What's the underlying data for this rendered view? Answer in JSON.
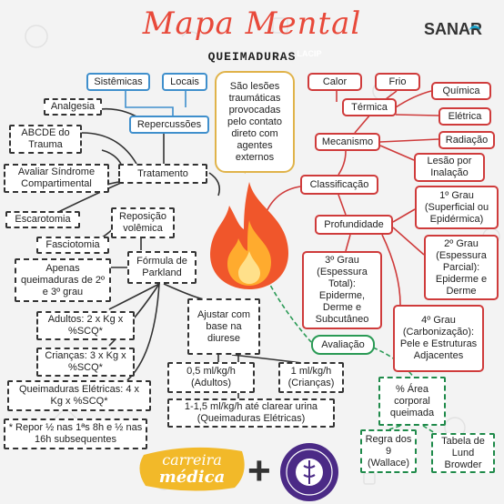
{
  "header": {
    "title": "Mapa Mental",
    "subtitle": "QUEIMADURAS",
    "brand": "SANAR"
  },
  "center": {
    "definition": "São lesões traumáticas provocadas pelo contato direto com agentes externos",
    "icon": "flame-icon"
  },
  "left": {
    "sistemicas": "Sistêmicas",
    "locais": "Locais",
    "repercussoes": "Repercussões",
    "analgesia": "Analgesia",
    "abcde": "ABCDE do Trauma",
    "avaliar": "Avaliar Síndrome Compartimental",
    "escarotomia": "Escarotomia",
    "tratamento": "Tratamento",
    "reposicao": "Reposição volêmica",
    "fasciotomia": "Fasciotomia",
    "formula": "Fórmula de Parkland",
    "apenas": "Apenas queimaduras de 2º e 3º grau",
    "adultos": "Adultos: 2 x Kg x %SCQ*",
    "criancas": "Crianças: 3 x Kg x %SCQ*",
    "eletricas": "Queimaduras Elétricas: 4 x Kg x %SCQ*",
    "repor": "* Repor ½ nas 1ªs 8h e ½ nas 16h subsequentes",
    "ajustar": "Ajustar com base na diurese",
    "adultos_diurese": "0,5 ml/kg/h (Adultos)",
    "criancas_diurese": "1 ml/kg/h (Crianças)",
    "eletricas_diurese": "1-1,5 ml/kg/h até clarear urina (Queimaduras Elétricas)"
  },
  "right": {
    "calor": "Calor",
    "frio": "Frio",
    "termica": "Térmica",
    "quimica": "Química",
    "eletrica": "Elétrica",
    "mecanismo": "Mecanismo",
    "radiacao": "Radiação",
    "lesao": "Lesão por Inalação",
    "classificacao": "Classificação",
    "grau1": "1º Grau (Superficial ou Epidérmica)",
    "profundidade": "Profundidade",
    "grau2": "2º Grau (Espessura Parcial): Epiderme e Derme",
    "grau3": "3º Grau (Espessura Total): Epiderme, Derme e Subcutâneo",
    "grau4": "4º Grau (Carbonização): Pele e Estruturas Adjacentes",
    "avaliacao": "Avaliação",
    "area": "% Área corporal queimada",
    "regra": "Regra dos 9 (Wallace)",
    "lund": "Tabela de Lund Browder"
  },
  "footer": {
    "carreira": "carreira",
    "medica": "médica",
    "plus": "+",
    "lacip": "LACIP"
  },
  "colors": {
    "blue": "#3f8fcc",
    "red": "#cf3b3b",
    "green": "#2a9a55",
    "yellow": "#e0b34a",
    "title": "#e8493a"
  }
}
